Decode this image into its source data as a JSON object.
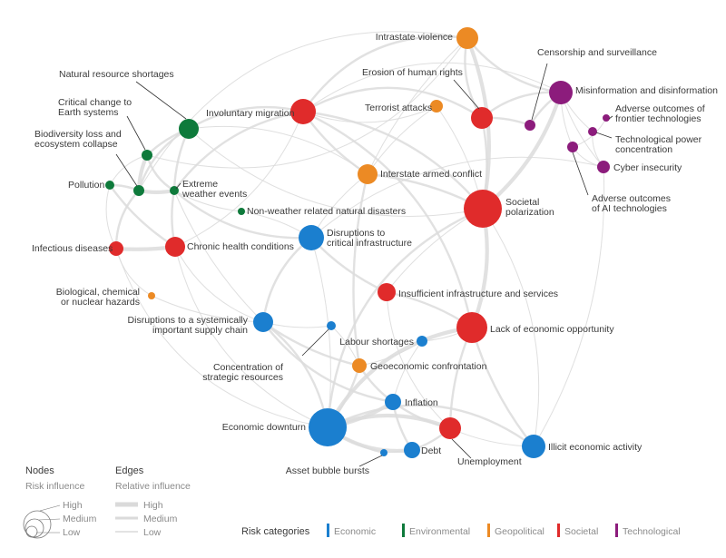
{
  "colors": {
    "Economic": "#1b7fcf",
    "Environmental": "#0e7a3b",
    "Geopolitical": "#ec8a24",
    "Societal": "#e02b2b",
    "Technological": "#8c1c7c"
  },
  "nodes": [
    {
      "id": "intrastate",
      "label": [
        "Intrastate violence"
      ],
      "cat": "Geopolitical",
      "size": "medium"
    },
    {
      "id": "censorship",
      "label": [
        "Censorship and surveillance"
      ],
      "cat": "Technological",
      "size": "low"
    },
    {
      "id": "erosion",
      "label": [
        "Erosion of human rights"
      ],
      "cat": "Societal",
      "size": "medium"
    },
    {
      "id": "misinfo",
      "label": [
        "Misinformation and disinformation"
      ],
      "cat": "Technological",
      "size": "medium"
    },
    {
      "id": "frontier",
      "label": [
        "Adverse outcomes of",
        "frontier technologies"
      ],
      "cat": "Technological",
      "size": "low"
    },
    {
      "id": "techpower",
      "label": [
        "Technological power",
        "concentration"
      ],
      "cat": "Technological",
      "size": "low"
    },
    {
      "id": "cyber",
      "label": [
        "Cyber insecurity"
      ],
      "cat": "Technological",
      "size": "low"
    },
    {
      "id": "ai",
      "label": [
        "Adverse outcomes",
        "of AI technologies"
      ],
      "cat": "Technological",
      "size": "low"
    },
    {
      "id": "terrorist",
      "label": [
        "Terrorist attacks"
      ],
      "cat": "Geopolitical",
      "size": "low"
    },
    {
      "id": "migration",
      "label": [
        "Involuntary migration"
      ],
      "cat": "Societal",
      "size": "medium"
    },
    {
      "id": "resources",
      "label": [
        "Natural resource shortages"
      ],
      "cat": "Environmental",
      "size": "medium"
    },
    {
      "id": "earth",
      "label": [
        "Critical change to",
        "Earth systems"
      ],
      "cat": "Environmental",
      "size": "low"
    },
    {
      "id": "biodiversity",
      "label": [
        "Biodiversity loss and",
        "ecosystem collapse"
      ],
      "cat": "Environmental",
      "size": "low"
    },
    {
      "id": "pollution",
      "label": [
        "Pollution"
      ],
      "cat": "Environmental",
      "size": "low"
    },
    {
      "id": "weather",
      "label": [
        "Extreme",
        "weather events"
      ],
      "cat": "Environmental",
      "size": "low"
    },
    {
      "id": "nonweather",
      "label": [
        "Non-weather related natural disasters"
      ],
      "cat": "Environmental",
      "size": "low"
    },
    {
      "id": "interstate",
      "label": [
        "Interstate armed conflict"
      ],
      "cat": "Geopolitical",
      "size": "medium"
    },
    {
      "id": "polarization",
      "label": [
        "Societal",
        "polarization"
      ],
      "cat": "Societal",
      "size": "high"
    },
    {
      "id": "infectious",
      "label": [
        "Infectious diseases"
      ],
      "cat": "Societal",
      "size": "low"
    },
    {
      "id": "chronic",
      "label": [
        "Chronic health conditions"
      ],
      "cat": "Societal",
      "size": "medium"
    },
    {
      "id": "critinfra",
      "label": [
        "Disruptions to",
        "critical infrastructure"
      ],
      "cat": "Economic",
      "size": "medium"
    },
    {
      "id": "cbrn",
      "label": [
        "Biological, chemical",
        "or nuclear hazards"
      ],
      "cat": "Geopolitical",
      "size": "low"
    },
    {
      "id": "infra",
      "label": [
        "Insufficient infrastructure and services"
      ],
      "cat": "Societal",
      "size": "low"
    },
    {
      "id": "supply",
      "label": [
        "Disruptions to a systemically",
        "important supply chain"
      ],
      "cat": "Economic",
      "size": "medium"
    },
    {
      "id": "opportunity",
      "label": [
        "Lack of economic opportunity"
      ],
      "cat": "Societal",
      "size": "medium"
    },
    {
      "id": "labour",
      "label": [
        "Labour shortages"
      ],
      "cat": "Economic",
      "size": "low"
    },
    {
      "id": "concentration",
      "label": [
        "Concentration of",
        "strategic resources"
      ],
      "cat": "Economic",
      "size": "low"
    },
    {
      "id": "geoeconomic",
      "label": [
        "Geoeconomic confrontation"
      ],
      "cat": "Geopolitical",
      "size": "low"
    },
    {
      "id": "inflation",
      "label": [
        "Inflation"
      ],
      "cat": "Economic",
      "size": "low"
    },
    {
      "id": "downturn",
      "label": [
        "Economic downturn"
      ],
      "cat": "Economic",
      "size": "high"
    },
    {
      "id": "unemployment",
      "label": [
        "Unemployment"
      ],
      "cat": "Societal",
      "size": "medium"
    },
    {
      "id": "illicit",
      "label": [
        "Illicit economic activity"
      ],
      "cat": "Economic",
      "size": "medium"
    },
    {
      "id": "debt",
      "label": [
        "Debt"
      ],
      "cat": "Economic",
      "size": "low"
    },
    {
      "id": "bubble",
      "label": [
        "Asset bubble bursts"
      ],
      "cat": "Economic",
      "size": "low"
    }
  ],
  "legend": {
    "nodes_title": "Nodes",
    "nodes_subtitle": "Risk influence",
    "edges_title": "Edges",
    "edges_subtitle": "Relative influence",
    "levels": [
      "High",
      "Medium",
      "Low"
    ],
    "categories_title": "Risk categories",
    "categories": [
      "Economic",
      "Environmental",
      "Geopolitical",
      "Societal",
      "Technological"
    ]
  }
}
